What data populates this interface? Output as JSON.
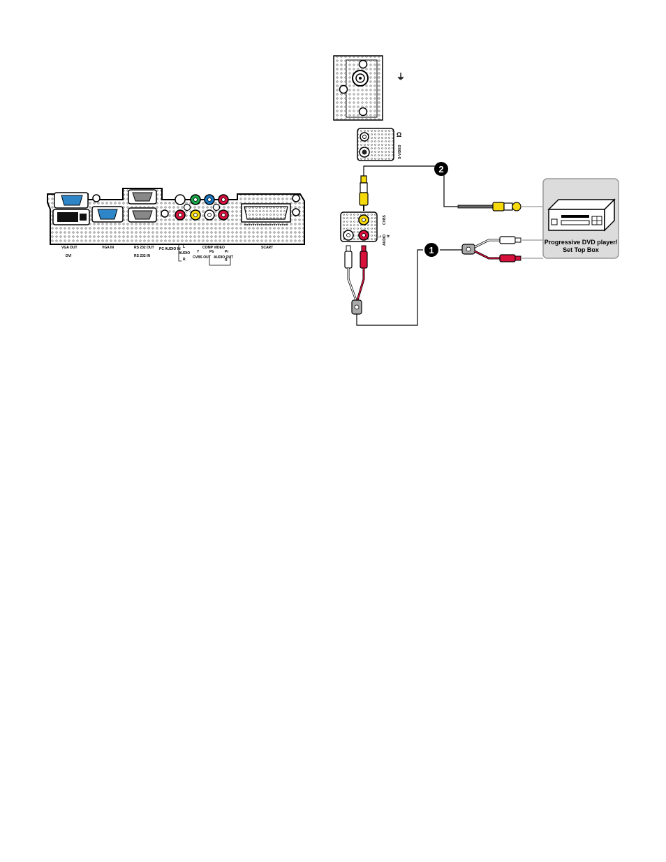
{
  "back_panel": {
    "labels": {
      "vga_out": "VGA OUT",
      "dvi": "DVI",
      "vga_in": "VGA IN",
      "rs232_out": "RS 232 OUT",
      "rs232_in": "RS 232 IN",
      "pc_audio_in": "PC AUDIO IN",
      "audio": "AUDIO",
      "audio_l": "L",
      "audio_r": "R",
      "comp_video": "COMP VIDEO",
      "y": "Y",
      "pb": "Pb",
      "pr": "Pr",
      "cvbs_out": "CVBS OUT",
      "audio_out": "AUDIO OUT",
      "audio_out_r": "R",
      "scart": "SCART"
    }
  },
  "side_panel": {
    "antenna_label": "",
    "svideo_label": "S-VIDEO",
    "cvbs_label": "CVBS",
    "audio_label": "AUDIO",
    "audio_l": "L",
    "audio_r": "R"
  },
  "callouts": {
    "one": "1",
    "two": "2"
  },
  "device": {
    "label_line1": "Progressive DVD player/",
    "label_line2": "Set Top Box"
  },
  "colors": {
    "yellow": "#f5d90a",
    "red": "#d8103c",
    "green": "#1aa84a",
    "blue": "#1a78c2",
    "vga_blue": "#2e86c8",
    "device_fill": "#dcdcdc"
  }
}
